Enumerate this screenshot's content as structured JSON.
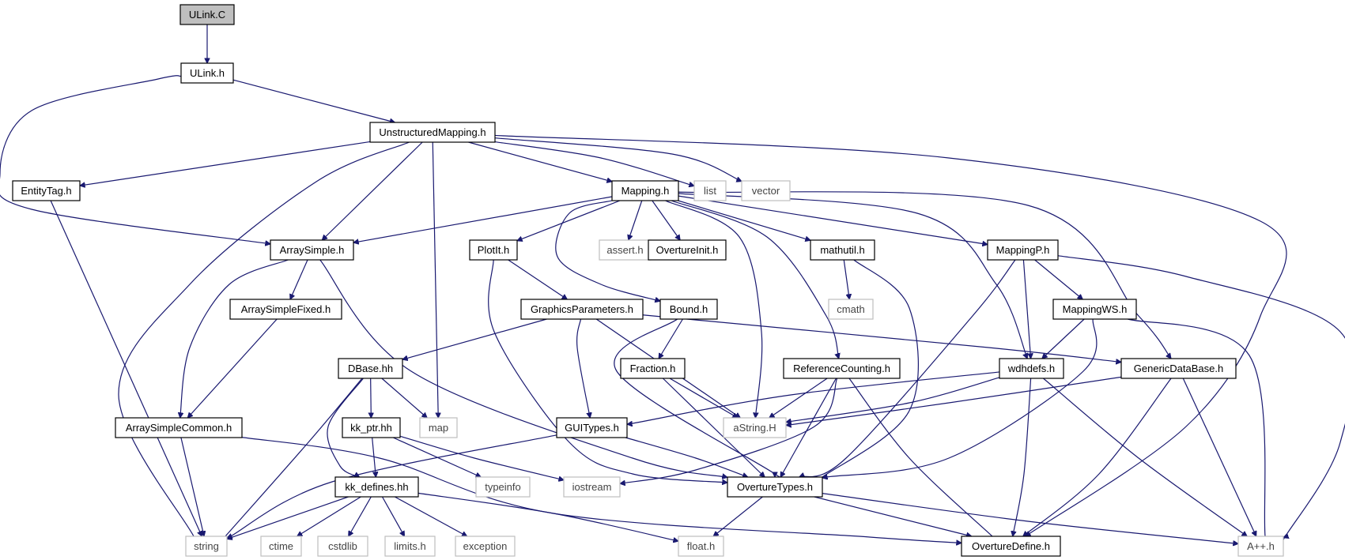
{
  "colors": {
    "edge": "#191970",
    "node_border": "#000000",
    "external_border": "#bfbfbf",
    "root_fill": "#bfbfbf",
    "background": "#ffffff"
  },
  "nodes": [
    {
      "id": "ulink_c",
      "label": "ULink.C",
      "kind": "root"
    },
    {
      "id": "ulink_h",
      "label": "ULink.h",
      "kind": "file"
    },
    {
      "id": "unstructuredmapping_h",
      "label": "UnstructuredMapping.h",
      "kind": "file"
    },
    {
      "id": "entitytag_h",
      "label": "EntityTag.h",
      "kind": "file"
    },
    {
      "id": "mapping_h",
      "label": "Mapping.h",
      "kind": "file"
    },
    {
      "id": "list",
      "label": "list",
      "kind": "external"
    },
    {
      "id": "vector",
      "label": "vector",
      "kind": "external"
    },
    {
      "id": "arraysimple_h",
      "label": "ArraySimple.h",
      "kind": "file"
    },
    {
      "id": "plotit_h",
      "label": "PlotIt.h",
      "kind": "file"
    },
    {
      "id": "assert_h",
      "label": "assert.h",
      "kind": "external"
    },
    {
      "id": "overtureinit_h",
      "label": "OvertureInit.h",
      "kind": "file"
    },
    {
      "id": "mathutil_h",
      "label": "mathutil.h",
      "kind": "file"
    },
    {
      "id": "mappingp_h",
      "label": "MappingP.h",
      "kind": "file"
    },
    {
      "id": "arraysimplefixed_h",
      "label": "ArraySimpleFixed.h",
      "kind": "file"
    },
    {
      "id": "graphicsparameters_h",
      "label": "GraphicsParameters.h",
      "kind": "file"
    },
    {
      "id": "bound_h",
      "label": "Bound.h",
      "kind": "file"
    },
    {
      "id": "cmath",
      "label": "cmath",
      "kind": "external"
    },
    {
      "id": "mappingws_h",
      "label": "MappingWS.h",
      "kind": "file"
    },
    {
      "id": "dbase_hh",
      "label": "DBase.hh",
      "kind": "file"
    },
    {
      "id": "fraction_h",
      "label": "Fraction.h",
      "kind": "file"
    },
    {
      "id": "referencecounting_h",
      "label": "ReferenceCounting.h",
      "kind": "file"
    },
    {
      "id": "wdhdefs_h",
      "label": "wdhdefs.h",
      "kind": "file"
    },
    {
      "id": "genericdatabase_h",
      "label": "GenericDataBase.h",
      "kind": "file"
    },
    {
      "id": "arraysimplecommon_h",
      "label": "ArraySimpleCommon.h",
      "kind": "file"
    },
    {
      "id": "kk_ptr_hh",
      "label": "kk_ptr.hh",
      "kind": "file"
    },
    {
      "id": "map",
      "label": "map",
      "kind": "external"
    },
    {
      "id": "guitypes_h",
      "label": "GUITypes.h",
      "kind": "file"
    },
    {
      "id": "astring_h",
      "label": "aString.H",
      "kind": "external"
    },
    {
      "id": "kk_defines_hh",
      "label": "kk_defines.hh",
      "kind": "file"
    },
    {
      "id": "typeinfo",
      "label": "typeinfo",
      "kind": "external"
    },
    {
      "id": "iostream",
      "label": "iostream",
      "kind": "external"
    },
    {
      "id": "overturetypes_h",
      "label": "OvertureTypes.h",
      "kind": "file"
    },
    {
      "id": "string",
      "label": "string",
      "kind": "external"
    },
    {
      "id": "ctime",
      "label": "ctime",
      "kind": "external"
    },
    {
      "id": "cstdlib",
      "label": "cstdlib",
      "kind": "external"
    },
    {
      "id": "limits_h",
      "label": "limits.h",
      "kind": "external"
    },
    {
      "id": "exception",
      "label": "exception",
      "kind": "external"
    },
    {
      "id": "float_h",
      "label": "float.h",
      "kind": "external"
    },
    {
      "id": "overturedefine_h",
      "label": "OvertureDefine.h",
      "kind": "file"
    },
    {
      "id": "aplusplus_h",
      "label": "A++.h",
      "kind": "external"
    }
  ],
  "edges": [
    {
      "from": "ulink_c",
      "to": "ulink_h"
    },
    {
      "from": "ulink_h",
      "to": "unstructuredmapping_h"
    },
    {
      "from": "ulink_h",
      "to": "arraysimple_h"
    },
    {
      "from": "unstructuredmapping_h",
      "to": "entitytag_h"
    },
    {
      "from": "unstructuredmapping_h",
      "to": "mapping_h"
    },
    {
      "from": "unstructuredmapping_h",
      "to": "list"
    },
    {
      "from": "unstructuredmapping_h",
      "to": "vector"
    },
    {
      "from": "unstructuredmapping_h",
      "to": "arraysimple_h"
    },
    {
      "from": "unstructuredmapping_h",
      "to": "map"
    },
    {
      "from": "unstructuredmapping_h",
      "to": "string"
    },
    {
      "from": "unstructuredmapping_h",
      "to": "overturedefine_h"
    },
    {
      "from": "entitytag_h",
      "to": "string"
    },
    {
      "from": "mapping_h",
      "to": "arraysimple_h"
    },
    {
      "from": "mapping_h",
      "to": "plotit_h"
    },
    {
      "from": "mapping_h",
      "to": "assert_h"
    },
    {
      "from": "mapping_h",
      "to": "overtureinit_h"
    },
    {
      "from": "mapping_h",
      "to": "mathutil_h"
    },
    {
      "from": "mapping_h",
      "to": "mappingp_h"
    },
    {
      "from": "mapping_h",
      "to": "bound_h"
    },
    {
      "from": "mapping_h",
      "to": "astring_h"
    },
    {
      "from": "mapping_h",
      "to": "referencecounting_h"
    },
    {
      "from": "mapping_h",
      "to": "wdhdefs_h"
    },
    {
      "from": "mapping_h",
      "to": "genericdatabase_h"
    },
    {
      "from": "arraysimple_h",
      "to": "arraysimplefixed_h"
    },
    {
      "from": "arraysimple_h",
      "to": "arraysimplecommon_h"
    },
    {
      "from": "arraysimple_h",
      "to": "overturetypes_h"
    },
    {
      "from": "arraysimplefixed_h",
      "to": "arraysimplecommon_h"
    },
    {
      "from": "arraysimplecommon_h",
      "to": "string"
    },
    {
      "from": "arraysimplecommon_h",
      "to": "overturedefine_h"
    },
    {
      "from": "plotit_h",
      "to": "graphicsparameters_h"
    },
    {
      "from": "plotit_h",
      "to": "overturetypes_h"
    },
    {
      "from": "graphicsparameters_h",
      "to": "dbase_hh"
    },
    {
      "from": "graphicsparameters_h",
      "to": "guitypes_h"
    },
    {
      "from": "graphicsparameters_h",
      "to": "astring_h"
    },
    {
      "from": "graphicsparameters_h",
      "to": "genericdatabase_h"
    },
    {
      "from": "dbase_hh",
      "to": "kk_ptr_hh"
    },
    {
      "from": "dbase_hh",
      "to": "map"
    },
    {
      "from": "dbase_hh",
      "to": "kk_defines_hh"
    },
    {
      "from": "dbase_hh",
      "to": "string"
    },
    {
      "from": "kk_ptr_hh",
      "to": "kk_defines_hh"
    },
    {
      "from": "kk_ptr_hh",
      "to": "typeinfo"
    },
    {
      "from": "kk_ptr_hh",
      "to": "iostream"
    },
    {
      "from": "kk_defines_hh",
      "to": "string"
    },
    {
      "from": "kk_defines_hh",
      "to": "ctime"
    },
    {
      "from": "kk_defines_hh",
      "to": "cstdlib"
    },
    {
      "from": "kk_defines_hh",
      "to": "limits_h"
    },
    {
      "from": "kk_defines_hh",
      "to": "exception"
    },
    {
      "from": "kk_defines_hh",
      "to": "float_h"
    },
    {
      "from": "guitypes_h",
      "to": "string"
    },
    {
      "from": "guitypes_h",
      "to": "overturetypes_h"
    },
    {
      "from": "bound_h",
      "to": "fraction_h"
    },
    {
      "from": "bound_h",
      "to": "overturetypes_h"
    },
    {
      "from": "fraction_h",
      "to": "astring_h"
    },
    {
      "from": "fraction_h",
      "to": "overturetypes_h"
    },
    {
      "from": "referencecounting_h",
      "to": "astring_h"
    },
    {
      "from": "referencecounting_h",
      "to": "overturetypes_h"
    },
    {
      "from": "referencecounting_h",
      "to": "iostream"
    },
    {
      "from": "referencecounting_h",
      "to": "overturedefine_h"
    },
    {
      "from": "mathutil_h",
      "to": "cmath"
    },
    {
      "from": "mathutil_h",
      "to": "overturetypes_h"
    },
    {
      "from": "mappingp_h",
      "to": "mappingws_h"
    },
    {
      "from": "mappingp_h",
      "to": "wdhdefs_h"
    },
    {
      "from": "mappingp_h",
      "to": "overturetypes_h"
    },
    {
      "from": "mappingp_h",
      "to": "aplusplus_h"
    },
    {
      "from": "mappingws_h",
      "to": "wdhdefs_h"
    },
    {
      "from": "mappingws_h",
      "to": "overturetypes_h"
    },
    {
      "from": "mappingws_h",
      "to": "aplusplus_h"
    },
    {
      "from": "wdhdefs_h",
      "to": "guitypes_h"
    },
    {
      "from": "wdhdefs_h",
      "to": "astring_h"
    },
    {
      "from": "wdhdefs_h",
      "to": "overturedefine_h"
    },
    {
      "from": "wdhdefs_h",
      "to": "aplusplus_h"
    },
    {
      "from": "genericdatabase_h",
      "to": "astring_h"
    },
    {
      "from": "genericdatabase_h",
      "to": "overturedefine_h"
    },
    {
      "from": "genericdatabase_h",
      "to": "aplusplus_h"
    },
    {
      "from": "overturetypes_h",
      "to": "float_h"
    },
    {
      "from": "overturetypes_h",
      "to": "overturedefine_h"
    },
    {
      "from": "overturetypes_h",
      "to": "aplusplus_h"
    }
  ]
}
